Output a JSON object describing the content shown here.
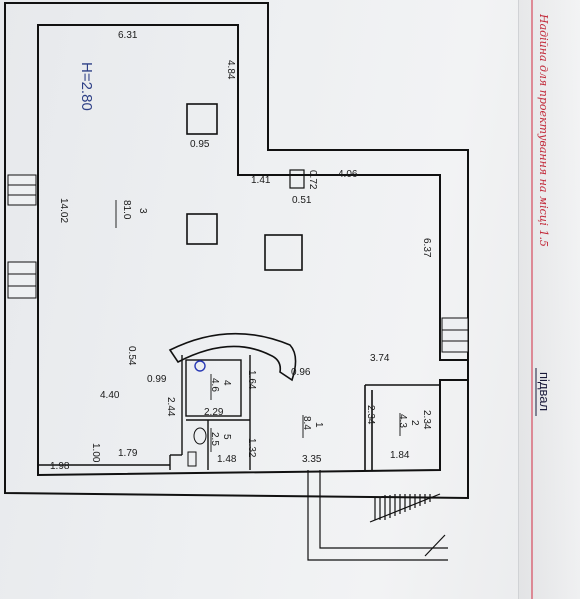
{
  "height_label": "H=2.80",
  "floor_label": "підвал",
  "note_text": "Надійна для проектування на місці  1.5",
  "dimensions": {
    "top_width": "6.31",
    "upper_wall": "4.84",
    "column1": "0.95",
    "left_length": "14.02",
    "step_a": "1.41",
    "niche_h": "0.72",
    "niche_w": "0.51",
    "right_top": "4.06",
    "right_side": "6.37",
    "arc_depth": "0.54",
    "arc_w": "0.99",
    "arc_right": "0.96",
    "bottom_right": "3.74",
    "left_lower": "4.40",
    "stair_h": "2.44",
    "room4_w": "2.29",
    "room4_h": "1.64",
    "room2_h_left": "2.34",
    "room2_h_right": "2.34",
    "room2_w": "1.84",
    "wc_h": "1.32",
    "wc_w": "1.48",
    "bottom_mid": "3.35",
    "bottom_stub": "1.00",
    "bottom_a": "1.79",
    "bottom_left": "1.98"
  },
  "rooms": [
    {
      "num": "3",
      "area": "81.0"
    },
    {
      "num": "4",
      "area": "4.6"
    },
    {
      "num": "1",
      "area": "8.4"
    },
    {
      "num": "2",
      "area": "4.3"
    },
    {
      "num": "5",
      "area": "2.5"
    }
  ]
}
